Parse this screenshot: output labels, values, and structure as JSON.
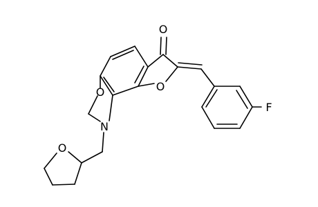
{
  "molecule": {
    "atoms": [
      {
        "id": "carbonyl-oxygen",
        "label": "O"
      },
      {
        "id": "furan-oxygen",
        "label": "O"
      },
      {
        "id": "oxazine-oxygen",
        "label": "O"
      },
      {
        "id": "oxazine-nitrogen",
        "label": "N"
      },
      {
        "id": "thf-oxygen",
        "label": "O"
      },
      {
        "id": "fluorine",
        "label": "F"
      }
    ]
  },
  "colors": {
    "bond": "#000000",
    "label": "#000000",
    "background": "#ffffff"
  }
}
